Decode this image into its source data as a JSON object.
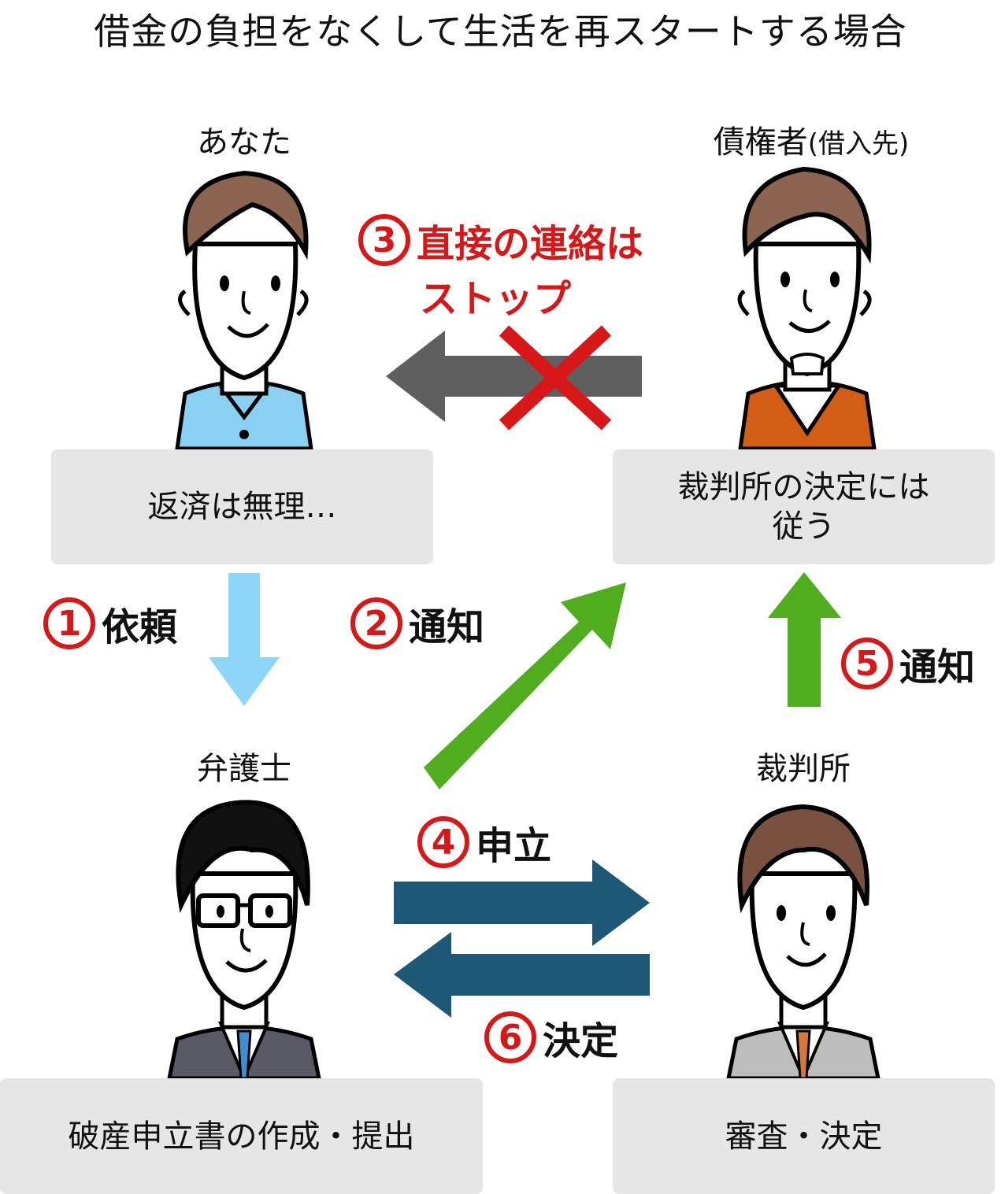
{
  "title": "借金の負担をなくして生活を再スタートする場合",
  "people": {
    "you": "あなた",
    "creditor_main": "債権者",
    "creditor_sub": "(借入先)",
    "lawyer": "弁護士",
    "court": "裁判所"
  },
  "boxes": {
    "you": "返済は無理…",
    "creditor_line1": "裁判所の決定には",
    "creditor_line2": "従う",
    "lawyer": "破産申立書の作成・提出",
    "court": "審査・決定"
  },
  "steps": {
    "s1": {
      "num": "1",
      "label": "依頼"
    },
    "s2": {
      "num": "2",
      "label": "通知"
    },
    "s3": {
      "num": "3",
      "line1": "直接の連絡は",
      "line2": "ストップ"
    },
    "s4": {
      "num": "4",
      "label": "申立"
    },
    "s5": {
      "num": "5",
      "label": "通知"
    },
    "s6": {
      "num": "6",
      "label": "決定"
    }
  },
  "colors": {
    "accent_red": "#d81818",
    "arrow_light_blue": "#8dd6f7",
    "arrow_green": "#4fad1e",
    "arrow_dark_blue": "#1d5876",
    "arrow_gray": "#5f5f5f",
    "box_gray": "#e6e6e6"
  }
}
